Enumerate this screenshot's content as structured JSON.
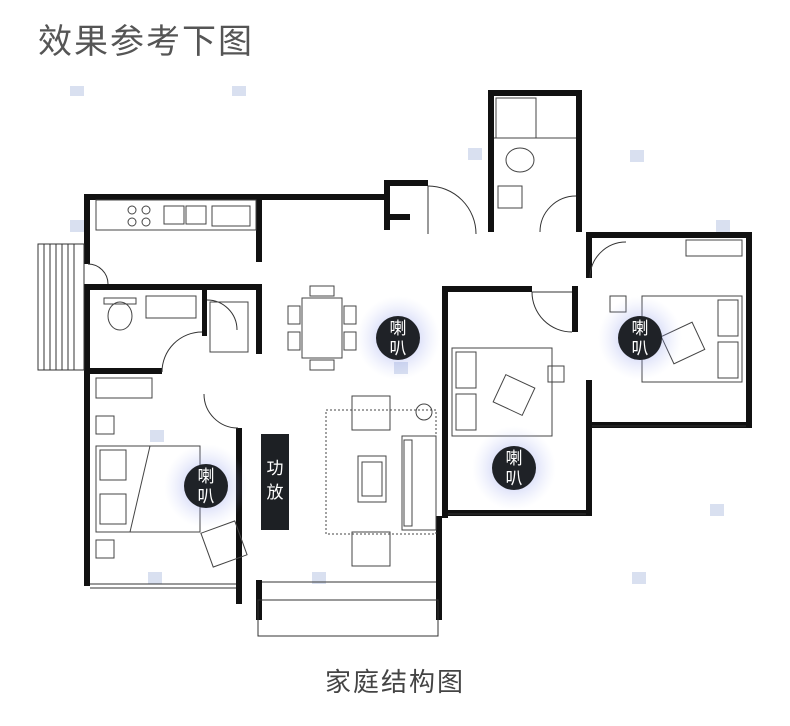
{
  "header": {
    "title": "效果参考下图"
  },
  "footer": {
    "caption": "家庭结构图"
  },
  "plan": {
    "speakers": [
      {
        "label_line1": "喇",
        "label_line2": "叭"
      },
      {
        "label_line1": "喇",
        "label_line2": "叭"
      },
      {
        "label_line1": "喇",
        "label_line2": "叭"
      },
      {
        "label_line1": "喇",
        "label_line2": "叭"
      }
    ],
    "amplifier": {
      "label_line1": "功",
      "label_line2": "放"
    }
  },
  "colors": {
    "wall": "#111111",
    "speaker": "#1f2227",
    "glow": "#6f7fe0",
    "amplifier": "#1d2024"
  }
}
